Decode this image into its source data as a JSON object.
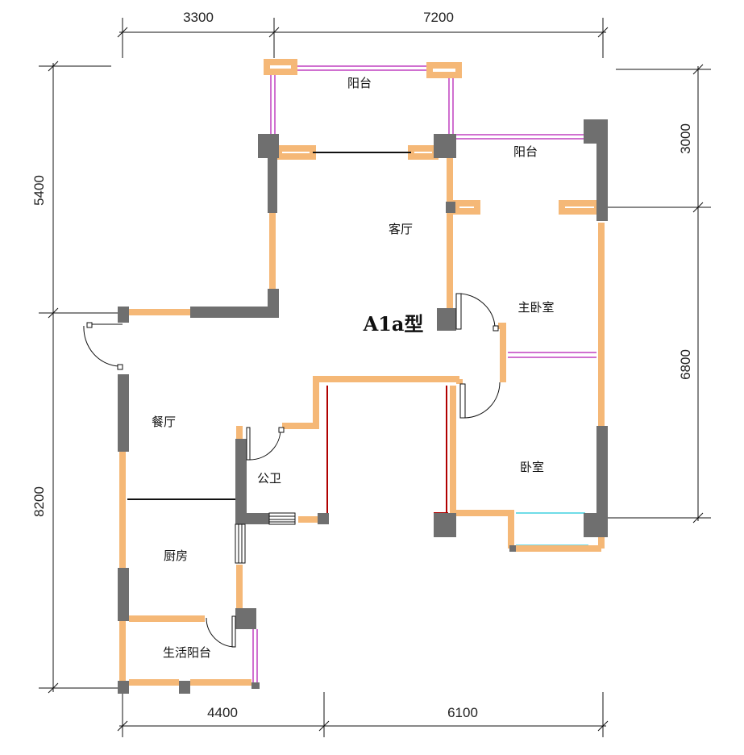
{
  "plan_title": "A1a型",
  "dimensions": {
    "top_left": "3300",
    "top_right": "7200",
    "left_upper": "5400",
    "left_lower": "8200",
    "right_upper": "3000",
    "right_lower": "6800",
    "bottom_left": "4400",
    "bottom_right": "6100"
  },
  "rooms": {
    "balcony_top": "阳台",
    "balcony_right": "阳台",
    "living_room": "客厅",
    "master_bedroom": "主卧室",
    "dining_room": "餐厅",
    "bathroom": "公卫",
    "bedroom": "卧室",
    "kitchen": "厨房",
    "utility_balcony": "生活阳台"
  },
  "colors": {
    "wall_fill": "#6f6f6f",
    "window_frame": "#f5b877",
    "balcony_rail": "#c040c0",
    "wall_line_red": "#b00000",
    "glass_cyan": "#40d0e0"
  }
}
